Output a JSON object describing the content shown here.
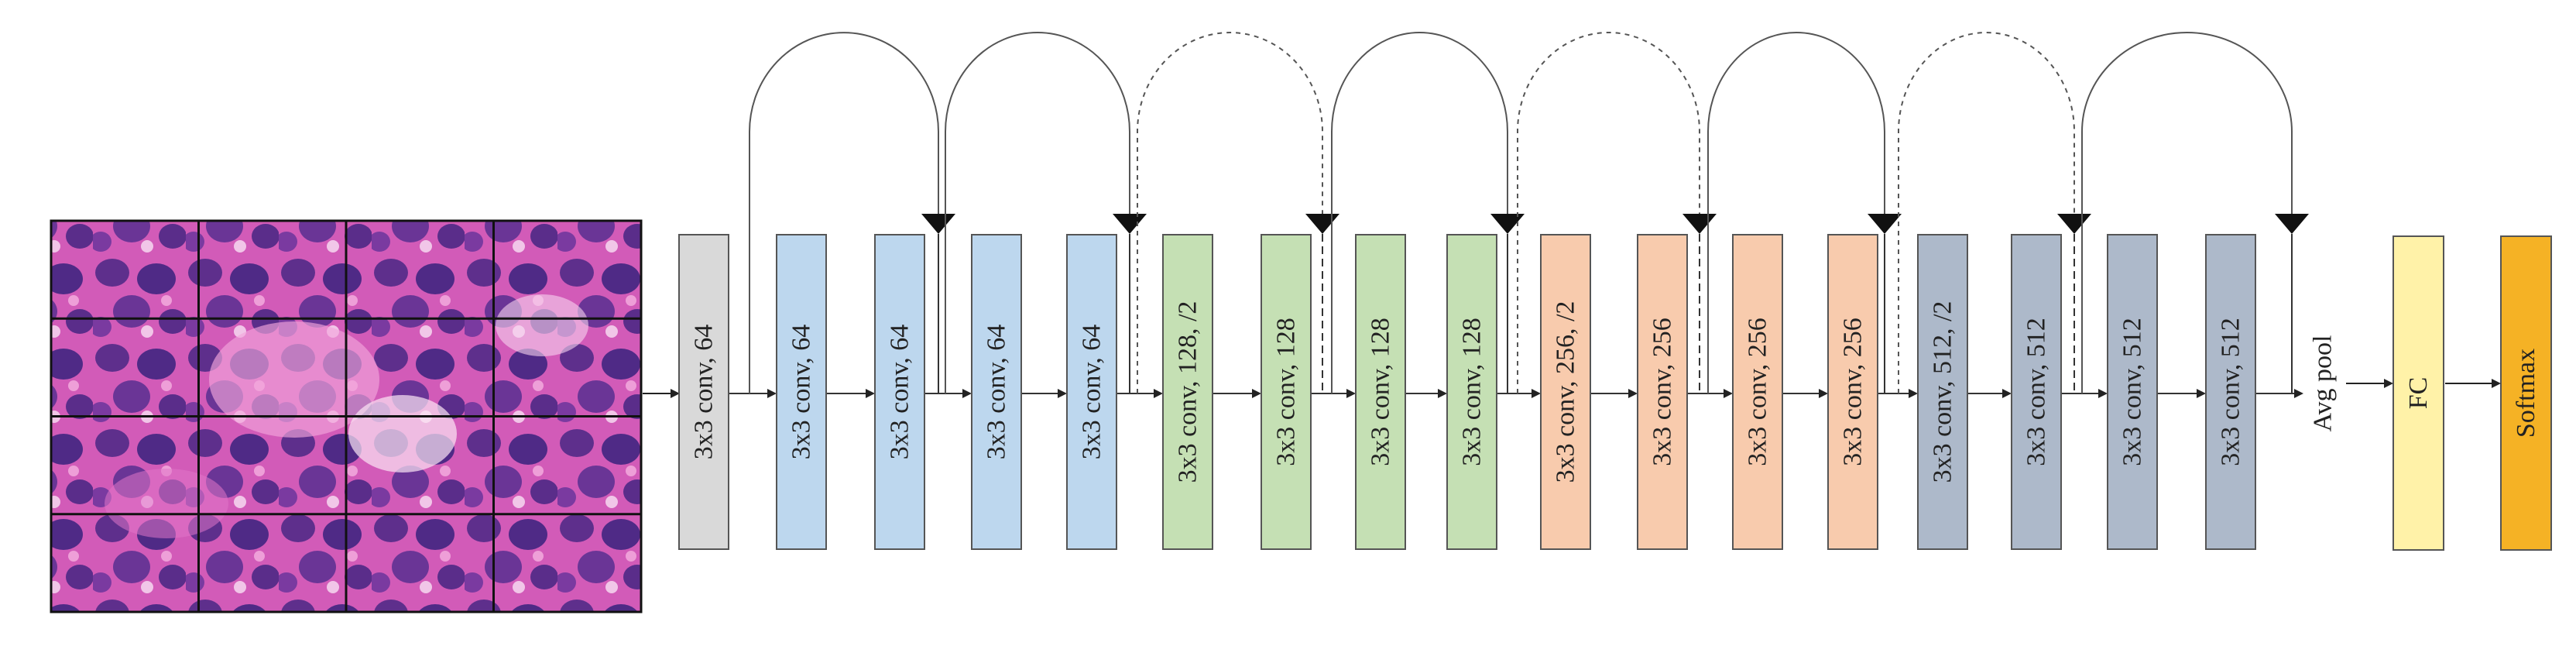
{
  "input_image": {
    "grid_rows": 4,
    "grid_cols": 4
  },
  "layers": [
    {
      "label": "3x3 conv, 64",
      "group": "stem"
    },
    {
      "label": "3x3 conv, 64",
      "group": "block64"
    },
    {
      "label": "3x3 conv, 64",
      "group": "block64"
    },
    {
      "label": "3x3 conv, 64",
      "group": "block64"
    },
    {
      "label": "3x3 conv, 64",
      "group": "block64"
    },
    {
      "label": "3x3 conv, 128, /2",
      "group": "block128"
    },
    {
      "label": "3x3 conv, 128",
      "group": "block128"
    },
    {
      "label": "3x3 conv, 128",
      "group": "block128"
    },
    {
      "label": "3x3 conv, 128",
      "group": "block128"
    },
    {
      "label": "3x3 conv, 256, /2",
      "group": "block256"
    },
    {
      "label": "3x3 conv, 256",
      "group": "block256"
    },
    {
      "label": "3x3 conv, 256",
      "group": "block256"
    },
    {
      "label": "3x3 conv, 256",
      "group": "block256"
    },
    {
      "label": "3x3 conv, 512, /2",
      "group": "block512"
    },
    {
      "label": "3x3 conv, 512",
      "group": "block512"
    },
    {
      "label": "3x3 conv, 512",
      "group": "block512"
    },
    {
      "label": "3x3 conv, 512",
      "group": "block512"
    }
  ],
  "pool_label": "Avg pool",
  "fc": {
    "label": "FC",
    "group": "fc"
  },
  "softmax": {
    "label": "Softmax",
    "group": "softmax"
  },
  "group_colors": {
    "stem": {
      "fill": "#d9d9d9",
      "stroke": "#555555"
    },
    "block64": {
      "fill": "#bdd7ee",
      "stroke": "#555555"
    },
    "block128": {
      "fill": "#c5e0b4",
      "stroke": "#555555"
    },
    "block256": {
      "fill": "#f8cbad",
      "stroke": "#555555"
    },
    "block512": {
      "fill": "#adb9ca",
      "stroke": "#555555"
    },
    "fc": {
      "fill": "#fff2a8",
      "stroke": "#555555"
    },
    "softmax": {
      "fill": "#f5b225",
      "stroke": "#555555"
    }
  },
  "skip_connections": [
    {
      "from": 0,
      "to": 2,
      "style": "solid"
    },
    {
      "from": 2,
      "to": 4,
      "style": "solid"
    },
    {
      "from": 4,
      "to": 6,
      "style": "dotted"
    },
    {
      "from": 6,
      "to": 8,
      "style": "solid"
    },
    {
      "from": 8,
      "to": 10,
      "style": "dotted"
    },
    {
      "from": 10,
      "to": 12,
      "style": "solid"
    },
    {
      "from": 12,
      "to": 14,
      "style": "dotted"
    },
    {
      "from": 14,
      "to": 16,
      "style": "solid"
    }
  ]
}
